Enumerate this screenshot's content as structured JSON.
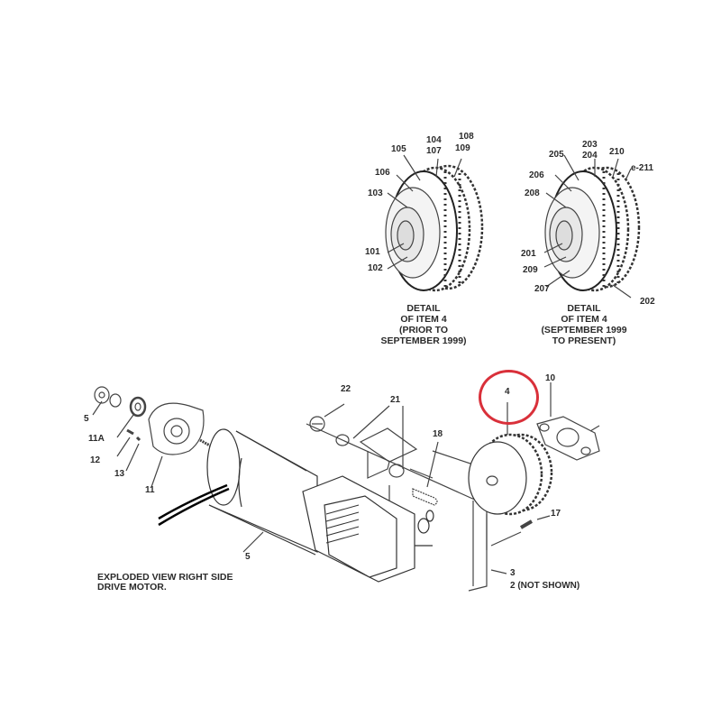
{
  "diagram": {
    "title": "Exploded view right side drive motor",
    "caption_lines": [
      "EXPLODED VIEW RIGHT SIDE",
      "DRIVE MOTOR."
    ],
    "detail_prior": {
      "lines": [
        "DETAIL",
        "OF ITEM 4",
        "(PRIOR TO",
        "SEPTEMBER 1999)"
      ],
      "callouts": [
        "101",
        "102",
        "103",
        "104",
        "105",
        "106",
        "107",
        "108",
        "109"
      ]
    },
    "detail_present": {
      "lines": [
        "DETAIL",
        "OF ITEM 4",
        "(SEPTEMBER 1999",
        "TO PRESENT)"
      ],
      "callouts": [
        "201",
        "202",
        "203",
        "204",
        "205",
        "206",
        "207",
        "208",
        "209",
        "210",
        "211"
      ],
      "callout_211_prefix": "e-211"
    },
    "main_callouts": {
      "c2": "2 (NOT SHOWN)",
      "c3": "3",
      "c4": "4",
      "c5a": "5",
      "c5b": "5",
      "c10": "10",
      "c11": "11",
      "c11a": "11A",
      "c12": "12",
      "c13": "13",
      "c17": "17",
      "c18": "18",
      "c21": "21",
      "c22": "22"
    },
    "highlight": {
      "item": "4",
      "color": "#d9303a"
    },
    "line_color": "#3a3a3a"
  }
}
